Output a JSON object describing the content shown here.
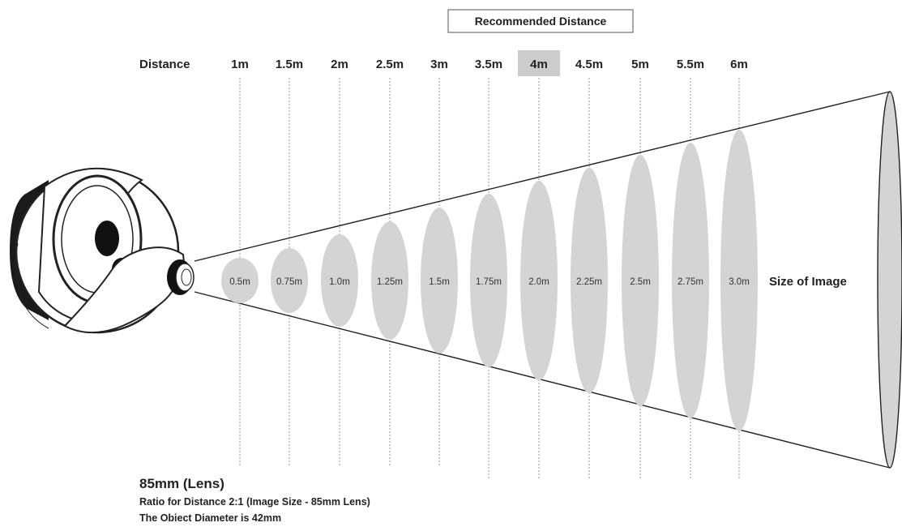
{
  "recommended_label": "Recommended Distance",
  "distance_header": "Distance",
  "size_of_image_label": "Size of Image",
  "recommended_distance": "4m",
  "stations": [
    {
      "distance": "1m",
      "image_size": "0.5m"
    },
    {
      "distance": "1.5m",
      "image_size": "0.75m"
    },
    {
      "distance": "2m",
      "image_size": "1.0m"
    },
    {
      "distance": "2.5m",
      "image_size": "1.25m"
    },
    {
      "distance": "3m",
      "image_size": "1.5m"
    },
    {
      "distance": "3.5m",
      "image_size": "1.75m"
    },
    {
      "distance": "4m",
      "image_size": "2.0m"
    },
    {
      "distance": "4.5m",
      "image_size": "2.25m"
    },
    {
      "distance": "5m",
      "image_size": "2.5m"
    },
    {
      "distance": "5.5m",
      "image_size": "2.75m"
    },
    {
      "distance": "6m",
      "image_size": "3.0m"
    }
  ],
  "caption": {
    "title": "85mm (Lens)",
    "line2": "Ratio for Distance 2:1 (Image Size - 85mm Lens)",
    "line3": "The Obiect Diameter is 42mm"
  },
  "colors": {
    "ellipse_fill": "#d4d4d4",
    "highlight": "#cccccc",
    "line": "#222222",
    "dash": "#9a9a9a"
  },
  "icons": [
    "projector-lens-icon"
  ]
}
